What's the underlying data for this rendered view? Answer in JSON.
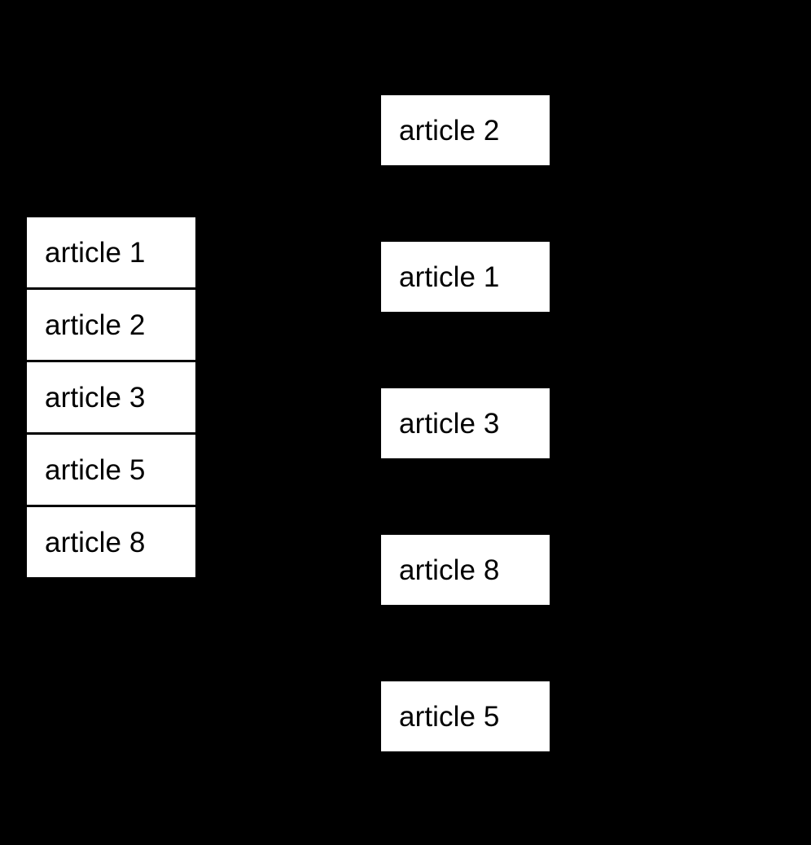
{
  "background_color": "#000000",
  "box_fill_color": "#ffffff",
  "text_color": "#000000",
  "left_list": {
    "name": "stacked-article-list",
    "items": [
      {
        "label": "article 1"
      },
      {
        "label": "article 2"
      },
      {
        "label": "article 3"
      },
      {
        "label": "article 5"
      },
      {
        "label": "article 8"
      }
    ]
  },
  "right_list": {
    "name": "spaced-article-cards",
    "items": [
      {
        "label": "article 2"
      },
      {
        "label": "article 1"
      },
      {
        "label": "article 3"
      },
      {
        "label": "article 8"
      },
      {
        "label": "article 5"
      }
    ]
  }
}
